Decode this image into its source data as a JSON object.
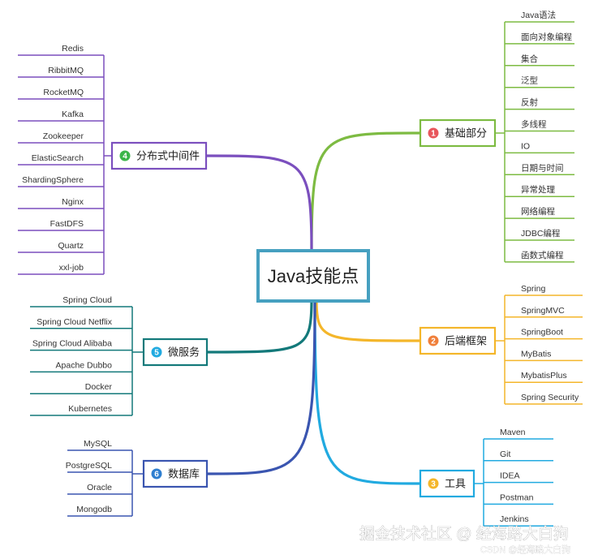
{
  "center": {
    "title": "Java技能点",
    "border": "#46a0c0"
  },
  "branches": [
    {
      "num": "1",
      "label": "基础部分",
      "color": "#7dbb42",
      "items": [
        "Java语法",
        "面向对象编程",
        "集合",
        "泛型",
        "反射",
        "多线程",
        "IO",
        "日期与时间",
        "异常处理",
        "网络编程",
        "JDBC编程",
        "函数式编程"
      ]
    },
    {
      "num": "2",
      "label": "后端框架",
      "color": "#f4b62a",
      "items": [
        "Spring",
        "SpringMVC",
        "SpringBoot",
        "MyBatis",
        "MybatisPlus",
        "Spring Security"
      ]
    },
    {
      "num": "3",
      "label": "工具",
      "color": "#21aae0",
      "items": [
        "Maven",
        "Git",
        "IDEA",
        "Postman",
        "Jenkins"
      ]
    },
    {
      "num": "4",
      "label": "分布式中间件",
      "color": "#7b4fbe",
      "items": [
        "Redis",
        "RibbitMQ",
        "RocketMQ",
        "Kafka",
        "Zookeeper",
        "ElasticSearch",
        "ShardingSphere",
        "Nginx",
        "FastDFS",
        "Quartz",
        "xxl-job"
      ]
    },
    {
      "num": "5",
      "label": "微服务",
      "color": "#13797a",
      "items": [
        "Spring Cloud",
        "Spring Cloud Netflix",
        "Spring Cloud Alibaba",
        "Apache Dubbo",
        "Docker",
        "Kubernetes"
      ]
    },
    {
      "num": "6",
      "label": "数据库",
      "color": "#3a55b0",
      "items": [
        "MySQL",
        "PostgreSQL",
        "Oracle",
        "Mongodb"
      ]
    }
  ],
  "num_colors": {
    "1": "#e8565c",
    "2": "#f07f3a",
    "3": "#f4b62a",
    "4": "#3bb54a",
    "5": "#21aae0",
    "6": "#2f7fd0"
  },
  "watermark": {
    "main": "掘金技术社区 @ 经海路大白狗",
    "sub": "CSDN @经海路大白狗"
  }
}
